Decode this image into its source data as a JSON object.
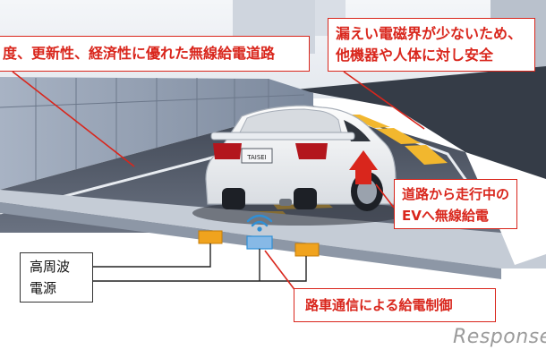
{
  "callouts": {
    "efficiency": "度、更新性、経済性に優れた無線給電道路",
    "safety_line1": "漏えい電磁界が少ないため、",
    "safety_line2": "他機器や人体に対し安全",
    "ev_line1": "道路から走行中の",
    "ev_line2": "EVへ無線給電",
    "control": "路車通信による給電制御"
  },
  "power_source": {
    "line1": "高周波",
    "line2": "電源"
  },
  "car": {
    "plate": "TAISEI"
  },
  "watermark": "Response",
  "colors": {
    "callout_red": "#d9261c",
    "road": "#5d6573",
    "lane_yellow": "#f2b72e",
    "coil_orange": "#f0a31e",
    "comm_blue": "#2f8fd6",
    "wall": "#8f9cb0",
    "tunnel": "#3a414d"
  }
}
